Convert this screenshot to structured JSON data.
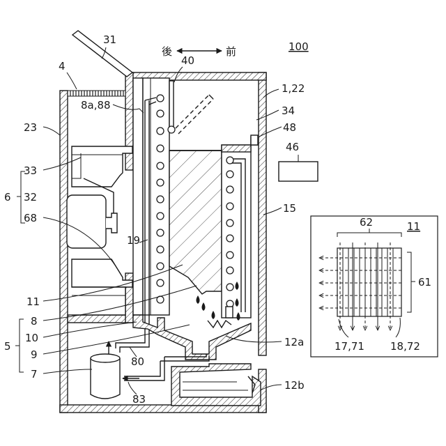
{
  "figure_number": "100",
  "direction": {
    "back": "後",
    "front": "前"
  },
  "labels": {
    "l31": "31",
    "l40": "40",
    "l4": "4",
    "l1_22": "1,22",
    "l8a_88": "8a,88",
    "l34": "34",
    "l23": "23",
    "l48": "48",
    "l46": "46",
    "l33": "33",
    "l6": "6",
    "l32": "32",
    "l15": "15",
    "l68": "68",
    "l19": "19",
    "l11": "11",
    "l8": "8",
    "l10": "10",
    "l5": "5",
    "l9": "9",
    "l12a": "12a",
    "l80": "80",
    "l7": "7",
    "l83": "83",
    "l12b": "12b"
  },
  "inset": {
    "title": "11",
    "l62": "62",
    "l61": "61",
    "l17_71": "17,71",
    "l18_72": "18,72"
  }
}
